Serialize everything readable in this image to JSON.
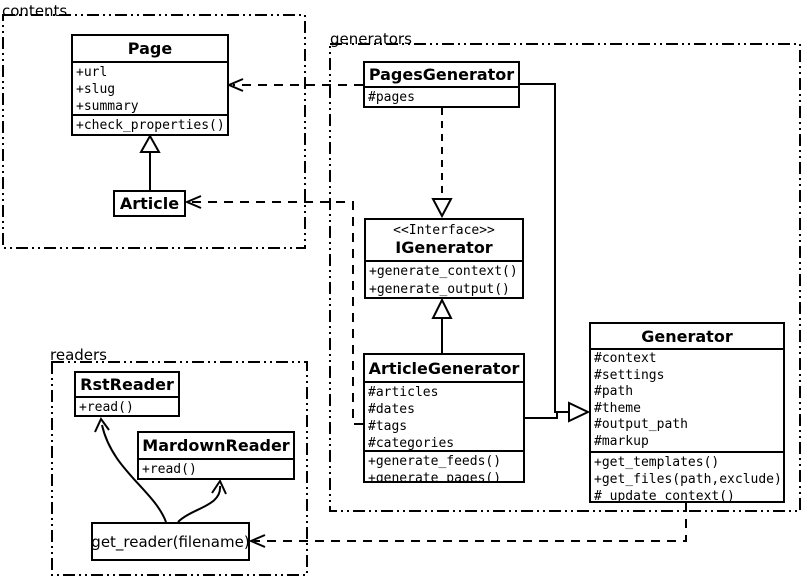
{
  "diagram": {
    "kind": "uml-class-diagram"
  },
  "colors": {
    "line": "#000000",
    "background": "#ffffff",
    "box_fill": "#ffffff"
  },
  "packages": {
    "contents": {
      "label": "contents"
    },
    "generators": {
      "label": "generators"
    },
    "readers": {
      "label": "readers"
    }
  },
  "classes": {
    "page": {
      "title": "Page",
      "attributes": [
        "+url",
        "+slug",
        "+summary"
      ],
      "methods": [
        "+check_properties()"
      ]
    },
    "article": {
      "title": "Article"
    },
    "pages_generator": {
      "title": "PagesGenerator",
      "attributes": [
        "#pages"
      ]
    },
    "igenerator": {
      "stereotype": "<<Interface>>",
      "title": "IGenerator",
      "methods": [
        "+generate_context()",
        "+generate_output()"
      ]
    },
    "article_generator": {
      "title": "ArticleGenerator",
      "attributes": [
        "#articles",
        "#dates",
        "#tags",
        "#categories"
      ],
      "methods": [
        "+generate_feeds()",
        "+generate_pages()"
      ]
    },
    "generator": {
      "title": "Generator",
      "attributes": [
        "#context",
        "#settings",
        "#path",
        "#theme",
        "#output_path",
        "#markup"
      ],
      "methods": [
        "+get_templates()",
        "+get_files(path,exclude)",
        "#_update_context()"
      ]
    },
    "rst_reader": {
      "title": "RstReader",
      "methods": [
        "+read()"
      ]
    },
    "mardown_reader": {
      "title": "MardownReader",
      "methods": [
        "+read()"
      ]
    },
    "get_reader": {
      "title": "get_reader(filename)"
    }
  },
  "relations": [
    {
      "from": "PagesGenerator",
      "to": "Page",
      "type": "dependency"
    },
    {
      "from": "ArticleGenerator",
      "to": "Article",
      "type": "dependency"
    },
    {
      "from": "PagesGenerator",
      "to": "IGenerator",
      "type": "realization"
    },
    {
      "from": "ArticleGenerator",
      "to": "IGenerator",
      "type": "inheritance"
    },
    {
      "from": "PagesGenerator",
      "to": "Generator",
      "type": "inheritance"
    },
    {
      "from": "ArticleGenerator",
      "to": "Generator",
      "type": "inheritance"
    },
    {
      "from": "Generator",
      "to": "get_reader(filename)",
      "type": "dependency"
    },
    {
      "from": "get_reader(filename)",
      "to": "RstReader",
      "type": "association"
    },
    {
      "from": "get_reader(filename)",
      "to": "MardownReader",
      "type": "association"
    }
  ]
}
